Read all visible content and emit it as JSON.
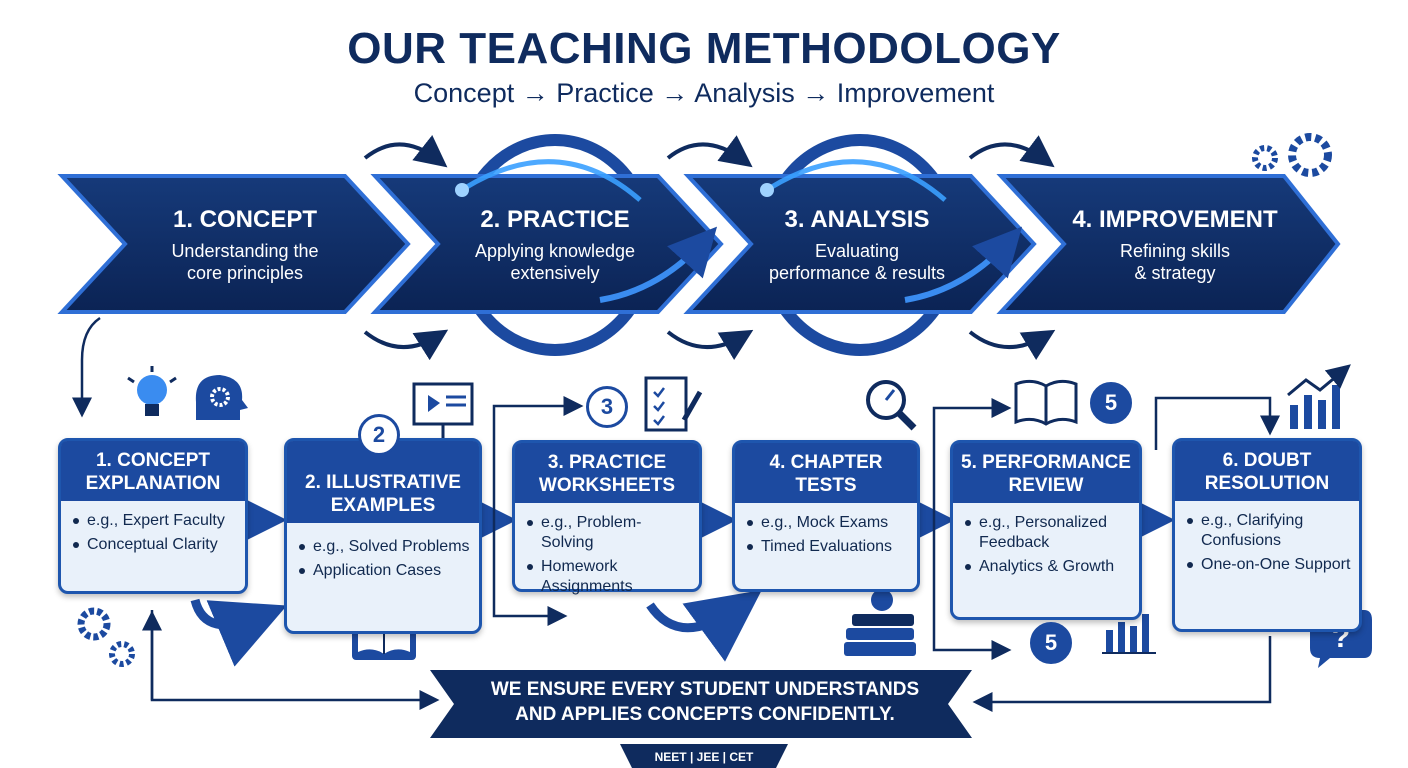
{
  "header": {
    "title": "OUR TEACHING METHODOLOGY",
    "subtitle": "Concept → Practice → Analysis → Improvement"
  },
  "stages": [
    {
      "title": "1. CONCEPT",
      "desc1": "Understanding the",
      "desc2": "core principles"
    },
    {
      "title": "2. PRACTICE",
      "desc1": "Applying knowledge",
      "desc2": "extensively"
    },
    {
      "title": "3. ANALYSIS",
      "desc1": "Evaluating",
      "desc2": "performance & results"
    },
    {
      "title": "4. IMPROVEMENT",
      "desc1": "Refining skills",
      "desc2": "& strategy"
    }
  ],
  "steps": [
    {
      "title1": "1. CONCEPT",
      "title2": "EXPLANATION",
      "items": [
        "e.g., Expert Faculty",
        "Conceptual Clarity"
      ]
    },
    {
      "title1": "2. ILLUSTRATIVE",
      "title2": "EXAMPLES",
      "items": [
        "e.g., Solved Problems",
        "Application Cases"
      ]
    },
    {
      "title1": "3. PRACTICE",
      "title2": "WORKSHEETS",
      "items": [
        "e.g., Problem-Solving",
        "Homework Assignments"
      ]
    },
    {
      "title1": "4. CHAPTER",
      "title2": "TESTS",
      "items": [
        "e.g., Mock Exams",
        "Timed Evaluations"
      ]
    },
    {
      "title1": "5. PERFORMANCE",
      "title2": "REVIEW",
      "items": [
        "e.g., Personalized Feedback",
        "Analytics & Growth"
      ]
    },
    {
      "title1": "6. DOUBT",
      "title2": "RESOLUTION",
      "items": [
        "e.g., Clarifying Confusions",
        "One-on-One Support"
      ]
    }
  ],
  "badges": {
    "b2": "2",
    "b3": "3",
    "b5a": "5",
    "b5b": "5"
  },
  "banner": {
    "line1": "WE ENSURE EVERY STUDENT UNDERSTANDS",
    "line2": "AND APPLIES CONCEPTS CONFIDENTLY."
  },
  "footer": {
    "exams": "NEET | JEE | CET"
  },
  "colors": {
    "navy": "#0f2b5e",
    "primary": "#1c4aa0",
    "light": "#e9f1fa",
    "glow": "#3aa0ff"
  }
}
